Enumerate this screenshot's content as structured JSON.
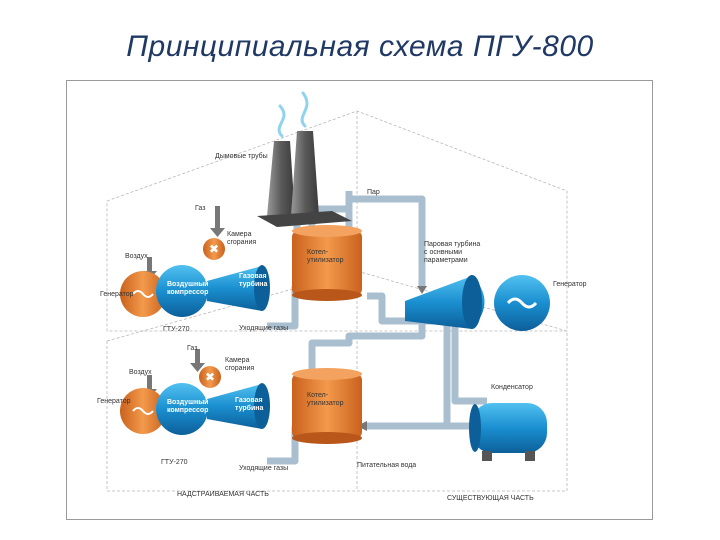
{
  "title": "Принципиальная схема ПГУ-800",
  "labels": {
    "chimneys": "Дымовые трубы",
    "steam": "Пар",
    "gas_top": "Газ",
    "combustion_top": "Камера сгорания",
    "air_top": "Воздух",
    "generator_left_top": "Генератор",
    "compressor_top": "Воздушный компрессор",
    "turbine_top": "Газовая турбина",
    "hrsg_top": "Котел-утилизатор",
    "steam_turbine": "Паровая турбина с оснвными параметрами",
    "generator_right": "Генератор",
    "gtu_top": "ГТУ-270",
    "exhaust_top": "Уходящие газы",
    "gas_bottom": "Газ",
    "combustion_bottom": "Камера сгорания",
    "air_bottom": "Воздух",
    "generator_left_bottom": "Генератор",
    "compressor_bottom": "Воздушный компрессор",
    "turbine_bottom": "Газовая турбина",
    "hrsg_bottom": "Котел-утилизатор",
    "condenser": "Конденсатор",
    "gtu_bottom": "ГТУ-270",
    "exhaust_bottom": "Уходящие газы",
    "feed_water": "Питательная вода",
    "add_on_part": "НАДСТРАИВАЕМАЯ ЧАСТЬ",
    "existing_part": "СУЩЕСТВУЮЩАЯ ЧАСТЬ"
  },
  "colors": {
    "title": "#1f3864",
    "orange": "#e07a2e",
    "blue": "#1a8fd0",
    "pipe": "#a9bfcf",
    "chimney": "#6e6e6e"
  }
}
